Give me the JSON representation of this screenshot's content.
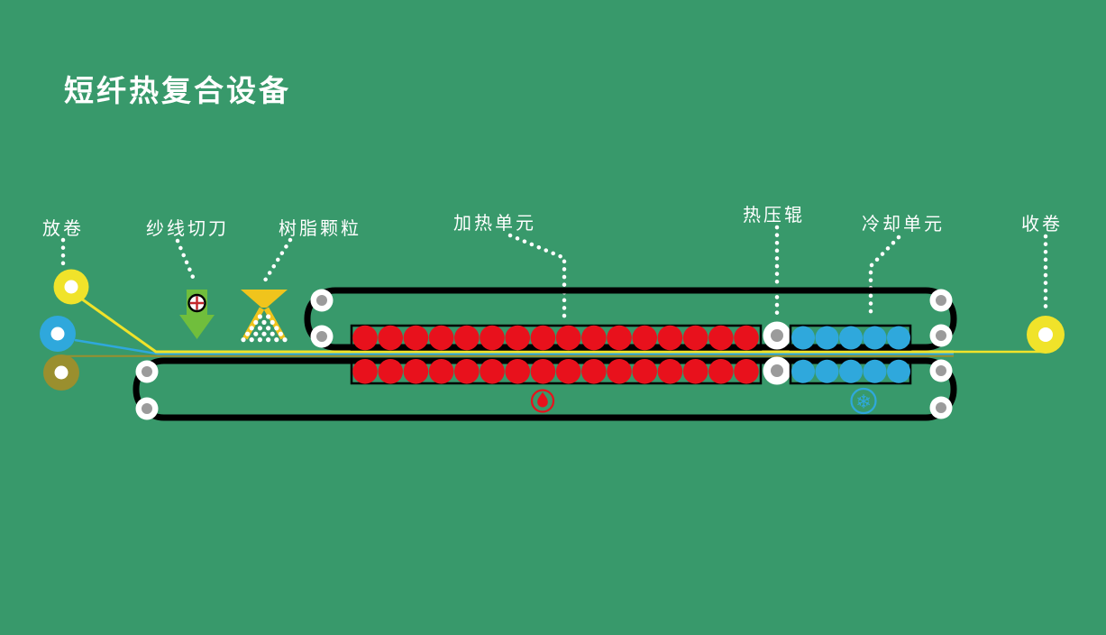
{
  "title": "短纤热复合设备",
  "labels": {
    "unwind": "放卷",
    "yarn_cutter": "纱线切刀",
    "resin_particles": "树脂颗粒",
    "heating_unit": "加热单元",
    "hot_press_roller": "热压辊",
    "cooling_unit": "冷却单元",
    "rewind": "收卷"
  },
  "icons": {
    "flame": "flame-icon",
    "snowflake": "snowflake-icon",
    "snowflake_glyph": "❄"
  },
  "machine": {
    "heating_circles_per_row": 16,
    "heating_rows": 2,
    "cooling_circles_per_row": 5,
    "cooling_rows": 2,
    "resin_dot_rows": [
      2,
      3,
      4,
      5,
      6
    ]
  },
  "colors": {
    "background": "#38996B",
    "text": "#FFFFFF",
    "web_yellow": "#F0E32A",
    "web_blue": "#2FA8DC",
    "web_olive": "#9A8F2E",
    "heating_red": "#E8111C",
    "cooling_blue": "#2FA8DC",
    "hopper_gold": "#F0C41C",
    "cutter_green": "#70BE3C",
    "belt_black": "#000000",
    "roller_gray": "#9B9B9B"
  }
}
